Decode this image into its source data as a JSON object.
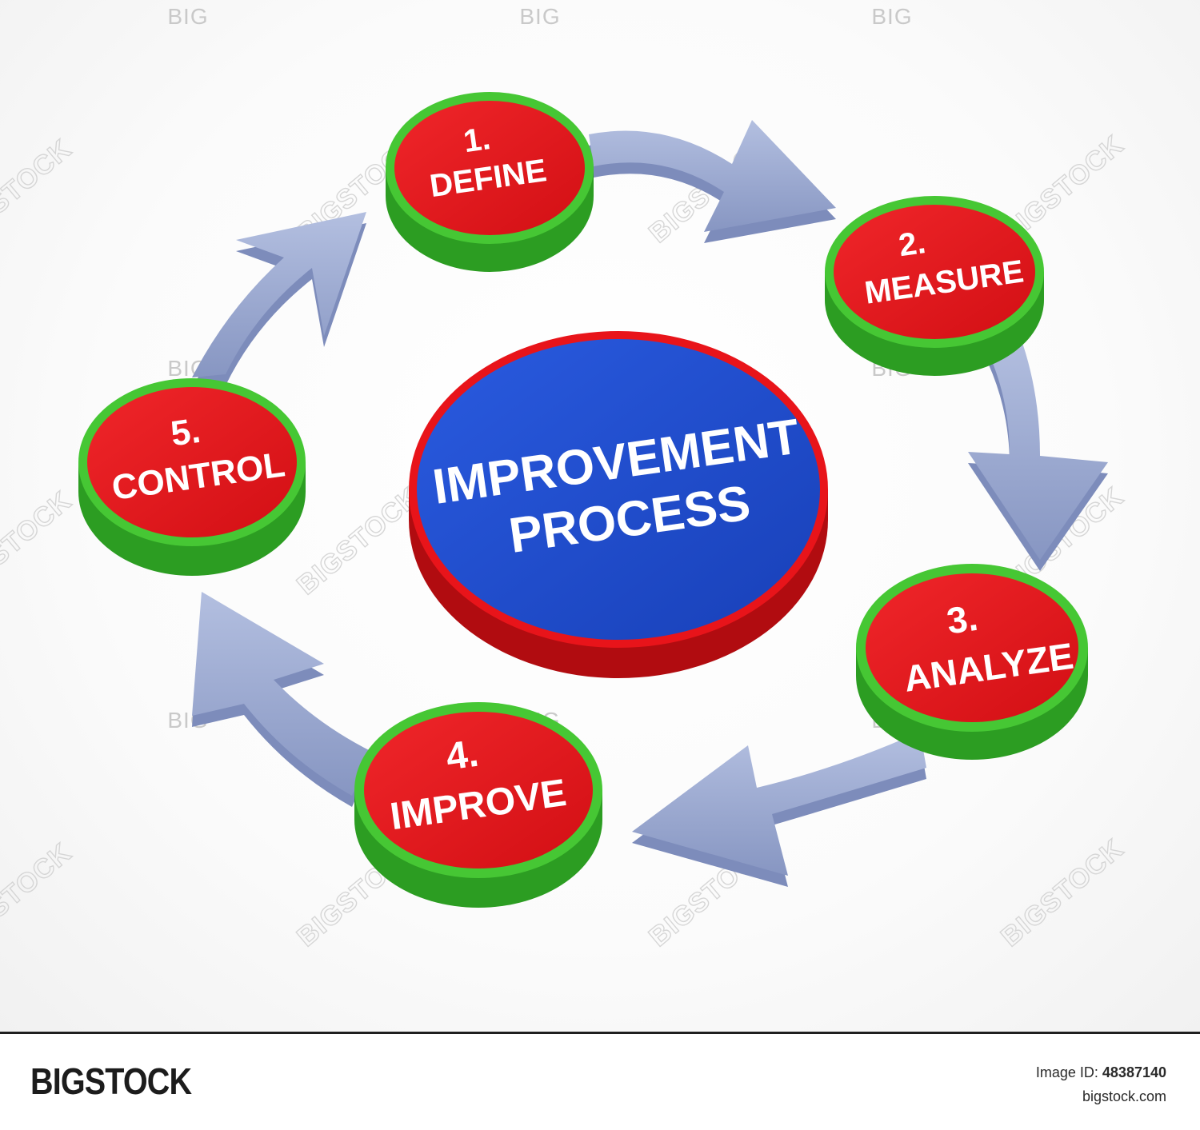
{
  "diagram": {
    "center": {
      "line1": "IMPROVEMENT",
      "line2": "PROCESS"
    },
    "steps": [
      {
        "number": "1.",
        "label": "DEFINE"
      },
      {
        "number": "2.",
        "label": "MEASURE"
      },
      {
        "number": "3.",
        "label": "ANALYZE"
      },
      {
        "number": "4.",
        "label": "IMPROVE"
      },
      {
        "number": "5.",
        "label": "CONTROL"
      }
    ],
    "colors": {
      "step_face": "#e8141a",
      "step_rim": "#3fbf2e",
      "center_face": "#1f4fd0",
      "center_rim": "#e8141a",
      "arrow": "#9aa8cf"
    }
  },
  "watermark": {
    "big": "BIG",
    "stock": "BIGSTOCK"
  },
  "footer": {
    "brand": "BIGSTOCK",
    "image_id_label": "Image ID:",
    "image_id": "48387140",
    "site": "bigstock.com"
  }
}
